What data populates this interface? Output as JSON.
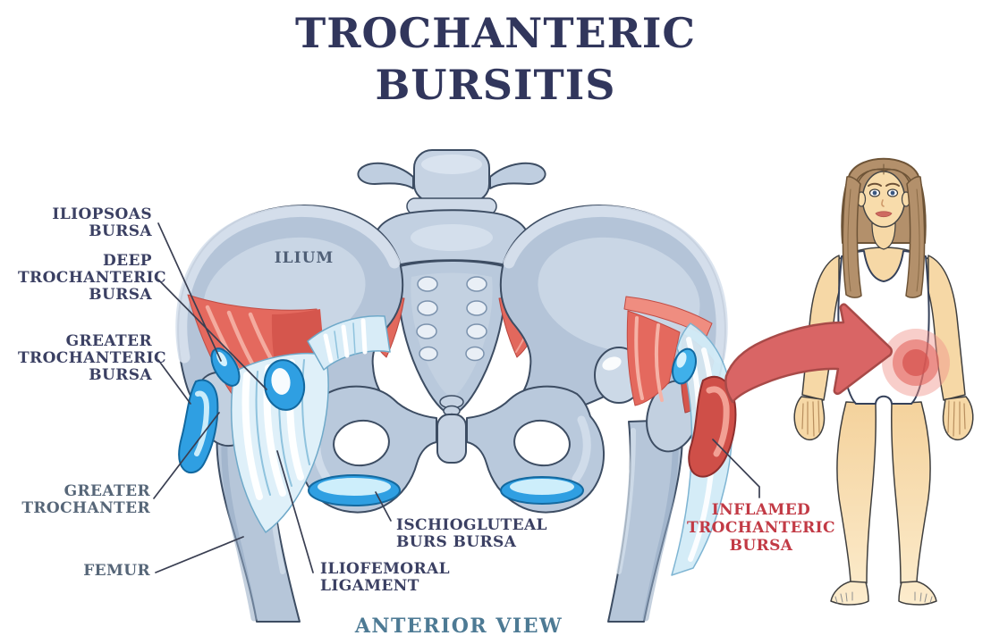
{
  "title": {
    "text": "TROCHANTERIC\nBURSITIS"
  },
  "caption": "ANTERIOR VIEW",
  "labels": {
    "ilium": "ILIUM",
    "iliopsoas_bursa": "ILIOPSOAS\nBURSA",
    "deep_trochanteric_bursa": "DEEP\nTROCHANTERIC\nBURSA",
    "greater_trochanteric_bursa": "GREATER\nTROCHANTERIC\nBURSA",
    "greater_trochanter": "GREATER\nTROCHANTER",
    "femur": "FEMUR",
    "ischiogluteal_bursa": "ISCHIOGLUTEAL\nBURS BURSA",
    "iliofemoral_ligament": "ILIOFEMORAL\nLIGAMENT",
    "inflamed_trochanteric_bursa": "INFLAMED\nTROCHANTERIC\nBURSA"
  },
  "colors": {
    "title_navy": "#31365c",
    "label_navy": "#3b4063",
    "label_slate": "#566678",
    "label_steel_blue": "#4d7a94",
    "label_red": "#c23a45",
    "bone": "#b6c6d9",
    "bone_light": "#d7e1ed",
    "bursa_blue": "#2f9fe2",
    "muscle_red": "#e4695e",
    "inflamed_red": "#cf4f48",
    "ligament_blue": "#ddeef8",
    "arrow_red": "#d96565",
    "skin": "#f6d8a6",
    "hair_brown": "#b3906b",
    "leader_line": "#3a3f52"
  }
}
